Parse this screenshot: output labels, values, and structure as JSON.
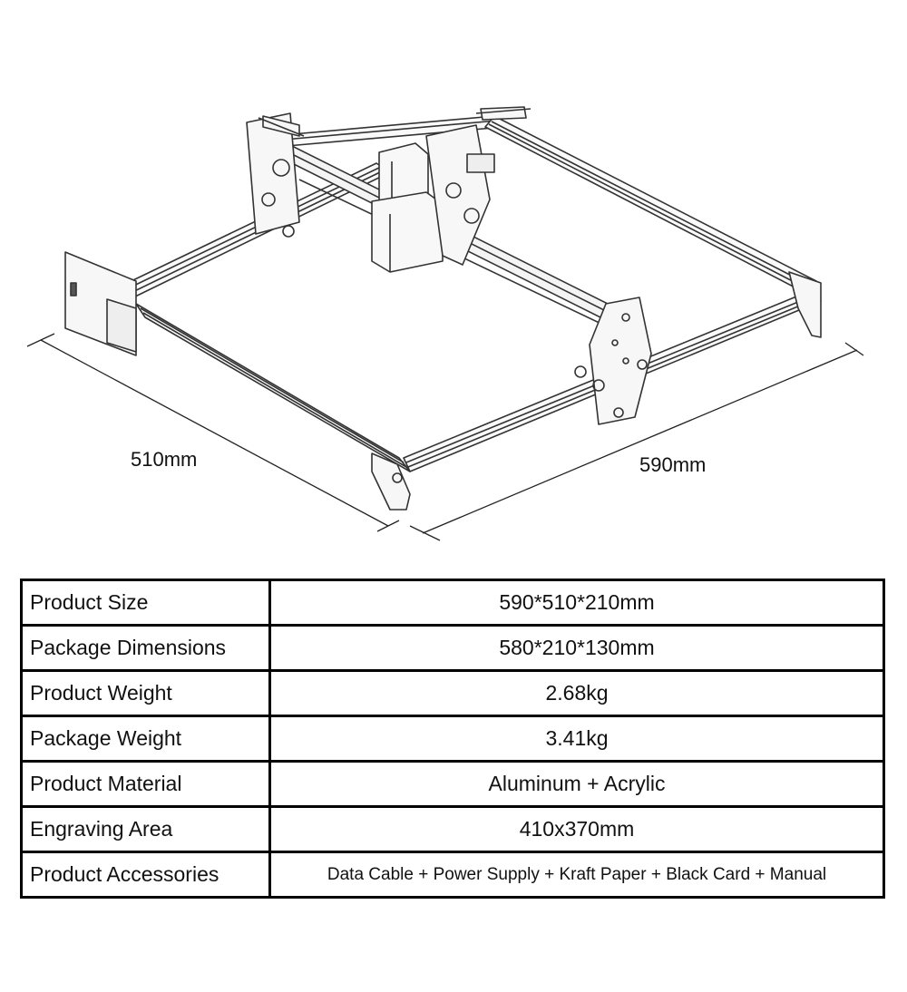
{
  "dimensions": {
    "depth_label": "510mm",
    "width_label": "590mm"
  },
  "specs": [
    {
      "label": "Product Size",
      "value": "590*510*210mm"
    },
    {
      "label": "Package Dimensions",
      "value": "580*210*130mm"
    },
    {
      "label": "Product Weight",
      "value": "2.68kg"
    },
    {
      "label": "Package Weight",
      "value": "3.41kg"
    },
    {
      "label": "Product Material",
      "value": "Aluminum + Acrylic"
    },
    {
      "label": "Engraving Area",
      "value": "410x370mm"
    },
    {
      "label": "Product Accessories",
      "value": "Data Cable + Power Supply + Kraft Paper + Black Card + Manual"
    }
  ]
}
